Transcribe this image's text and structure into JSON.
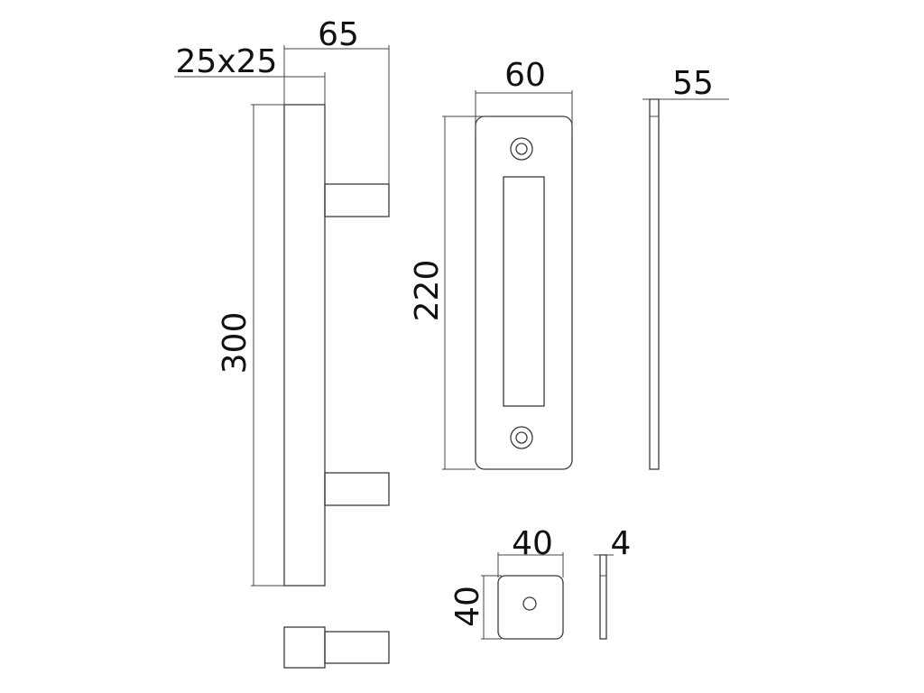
{
  "handle": {
    "length_label": "300",
    "section_label": "25x25",
    "depth_label": "65"
  },
  "backplate": {
    "width_label": "60",
    "height_label": "220",
    "side_label": "55"
  },
  "small_plate": {
    "width_label": "40",
    "height_label": "40",
    "thickness_label": "4"
  }
}
